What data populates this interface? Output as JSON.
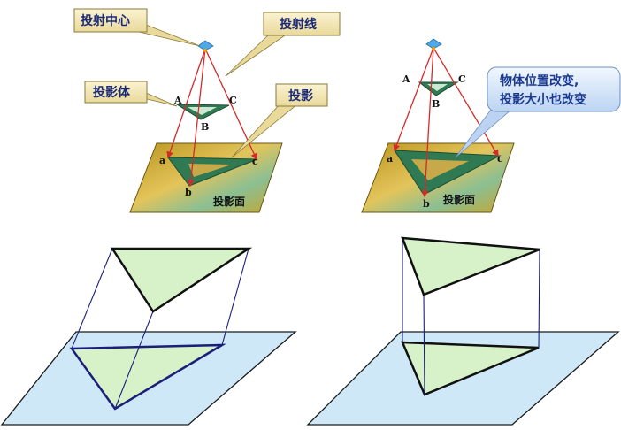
{
  "panel1": {
    "labels": {
      "center": "投射中心",
      "ray": "投射线",
      "object": "投影体",
      "projection": "投影",
      "plane": "投影面"
    },
    "points": {
      "A": "A",
      "B": "B",
      "C": "C",
      "a": "a",
      "b": "b",
      "c": "c"
    }
  },
  "panel2": {
    "note_line1": "物体位置改变,",
    "note_line2": "投影大小也改变",
    "plane": "投影面",
    "points": {
      "A": "A",
      "B": "B",
      "C": "C",
      "a": "a",
      "b": "b",
      "c": "c"
    }
  },
  "colors": {
    "plane_gold": "#c8a52a",
    "triangle_green": "#2f7a53",
    "ray_red": "#d42a2a",
    "callout_bg": "#f3e8b8",
    "bottom_plane": "#cfe8f7",
    "bottom_triangle": "#d7f2c9"
  }
}
